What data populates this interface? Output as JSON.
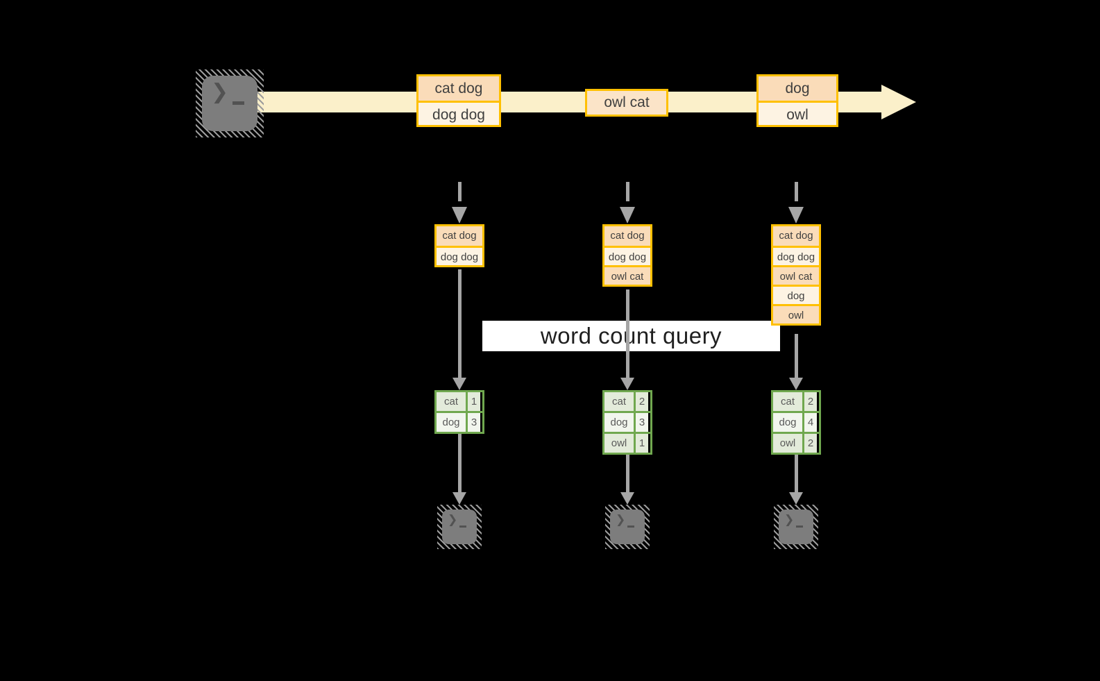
{
  "banner": {
    "label": "word count query"
  },
  "icons": {
    "prompt_chevron": "❯"
  },
  "stream": {
    "batches": [
      {
        "rows": [
          "cat dog",
          "dog dog"
        ]
      },
      {
        "rows": [
          "owl cat"
        ]
      },
      {
        "rows": [
          "dog",
          "owl"
        ]
      }
    ]
  },
  "columns": [
    {
      "buffer": [
        "cat dog",
        "dog dog"
      ],
      "counts": [
        {
          "word": "cat",
          "value": "1"
        },
        {
          "word": "dog",
          "value": "3"
        }
      ]
    },
    {
      "buffer": [
        "cat dog",
        "dog dog",
        "owl cat"
      ],
      "counts": [
        {
          "word": "cat",
          "value": "2"
        },
        {
          "word": "dog",
          "value": "3"
        },
        {
          "word": "owl",
          "value": "1"
        }
      ]
    },
    {
      "buffer": [
        "cat dog",
        "dog dog",
        "owl cat",
        "dog",
        "owl"
      ],
      "counts": [
        {
          "word": "cat",
          "value": "2"
        },
        {
          "word": "dog",
          "value": "4"
        },
        {
          "word": "owl",
          "value": "2"
        }
      ]
    }
  ],
  "colors": {
    "background": "#000000",
    "stream_band": "#FBF0CA",
    "box_border": "#FFC000",
    "box_fill_peach": "#FADCB9",
    "box_fill_cream": "#FDF3E3",
    "box_fill_light_peach": "#FBE4C8",
    "table_border": "#70A84F",
    "table_fill_dark": "#E3EBDA",
    "table_fill_light": "#F2F6EE",
    "arrow_gray": "#A6A6A6",
    "terminal_gray": "#7D7D7D"
  }
}
